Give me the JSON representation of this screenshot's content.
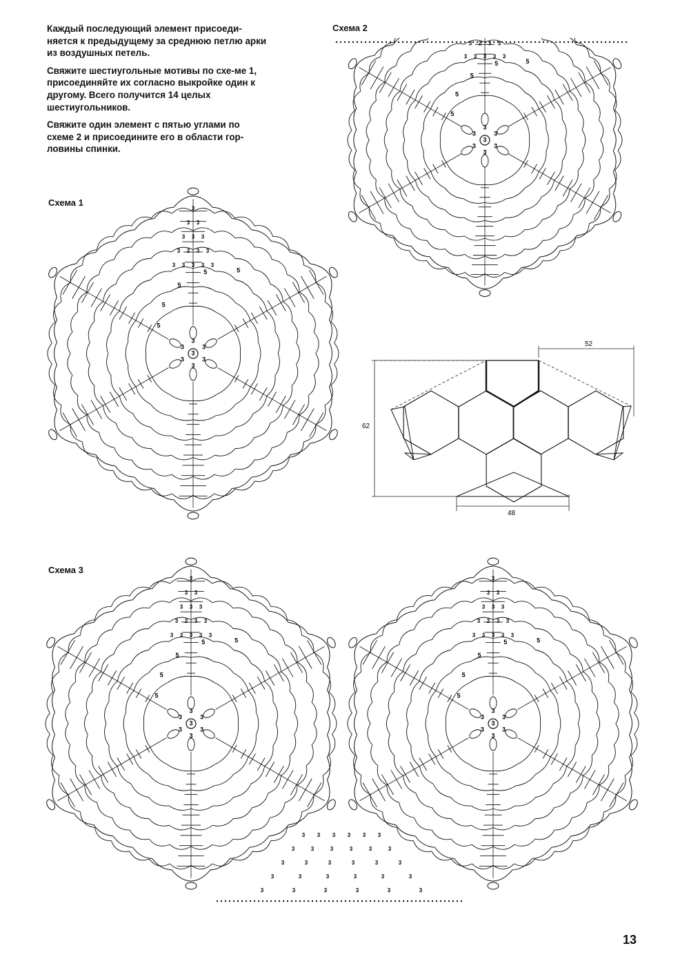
{
  "intro": {
    "p1": "Каждый последующий элемент присоеди-няется к предыдущему за среднюю петлю арки из воздушных петель.",
    "p2_pre": "Свяжите шестиугольные мотивы ",
    "p2_bold": "по схе-ме 1,",
    "p2_post": " присоединяйте их согласно выкройке один к другому. Всего получится 14 целых шестиугольников.",
    "p3_pre": "Свяжите один элемент с пятью углами ",
    "p3_bold": "по схеме 2",
    "p3_post": " и присоедините его в области гор-ловины спинки."
  },
  "schemes": {
    "s1": "Схема 1",
    "s2": "Схема 2",
    "s3": "Схема 3"
  },
  "symbols": {
    "center": "3",
    "petal": "5",
    "edge": "3",
    "inner": "2"
  },
  "pattern": {
    "width": "52",
    "height": "62",
    "bottom": "48"
  },
  "page_number": "13"
}
